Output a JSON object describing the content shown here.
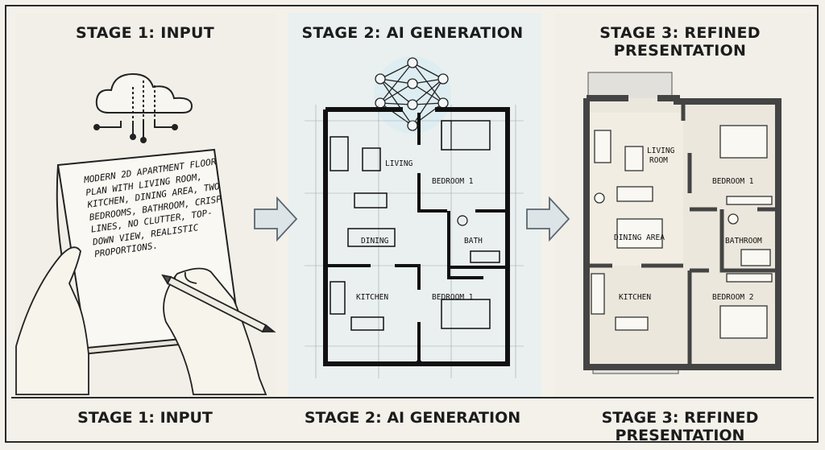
{
  "stages": [
    {
      "title": "STAGE 1: INPUT",
      "footer": "STAGE 1: INPUT"
    },
    {
      "title": "STAGE 2: AI GENERATION",
      "footer": "STAGE 2: AI GENERATION"
    },
    {
      "title": "STAGE 3: REFINED PRESENTATION",
      "footer": "STAGE 3: REFINED PRESENTATION"
    }
  ],
  "prompt_text": "MODERN 2D APARTMENT FLOOR PLAN WITH LIVING ROOM, KITCHEN, DINING AREA, TWO BEDROOMS, BATHROOM, CRISP LINES, NO CLUTTER, TOP-DOWN VIEW, REALISTIC PROPORTIONS.",
  "plan2": {
    "living": "LIVING",
    "dining": "DINING",
    "kitchen": "KITCHEN",
    "bedroom_a": "BEDROOM 1",
    "bath": "BATH",
    "bedroom_b": "BEDROOM 1"
  },
  "plan3": {
    "living_line1": "LIVING",
    "living_line2": "ROOM",
    "dining": "DINING AREA",
    "kitchen": "KITCHEN",
    "bedroom_a": "BEDROOM 1",
    "bath": "BATHROOM",
    "bedroom_b": "BEDROOM 2"
  },
  "icons": [
    "cloud-icon",
    "hand-icon",
    "pencil-icon",
    "neural-network-icon",
    "arrow-right-icon"
  ],
  "colors": {
    "background": "#f3f1ea",
    "ai_panel": "#eaf0ef",
    "ink": "#1c1c1c",
    "arrow": "#dde4e8"
  }
}
